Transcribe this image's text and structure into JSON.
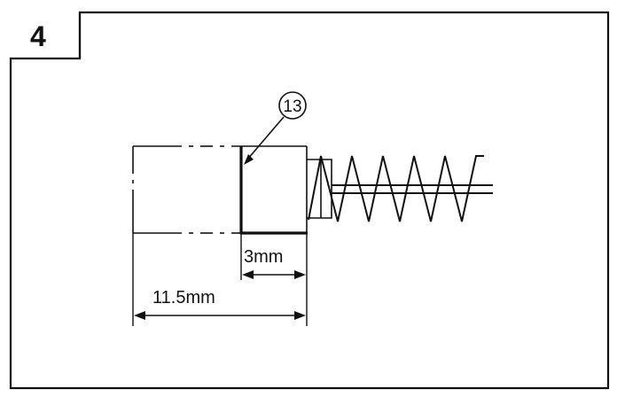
{
  "step_number": "4",
  "part_callout": "13",
  "dimensions": {
    "inner": "3mm",
    "overall": "11.5mm"
  }
}
